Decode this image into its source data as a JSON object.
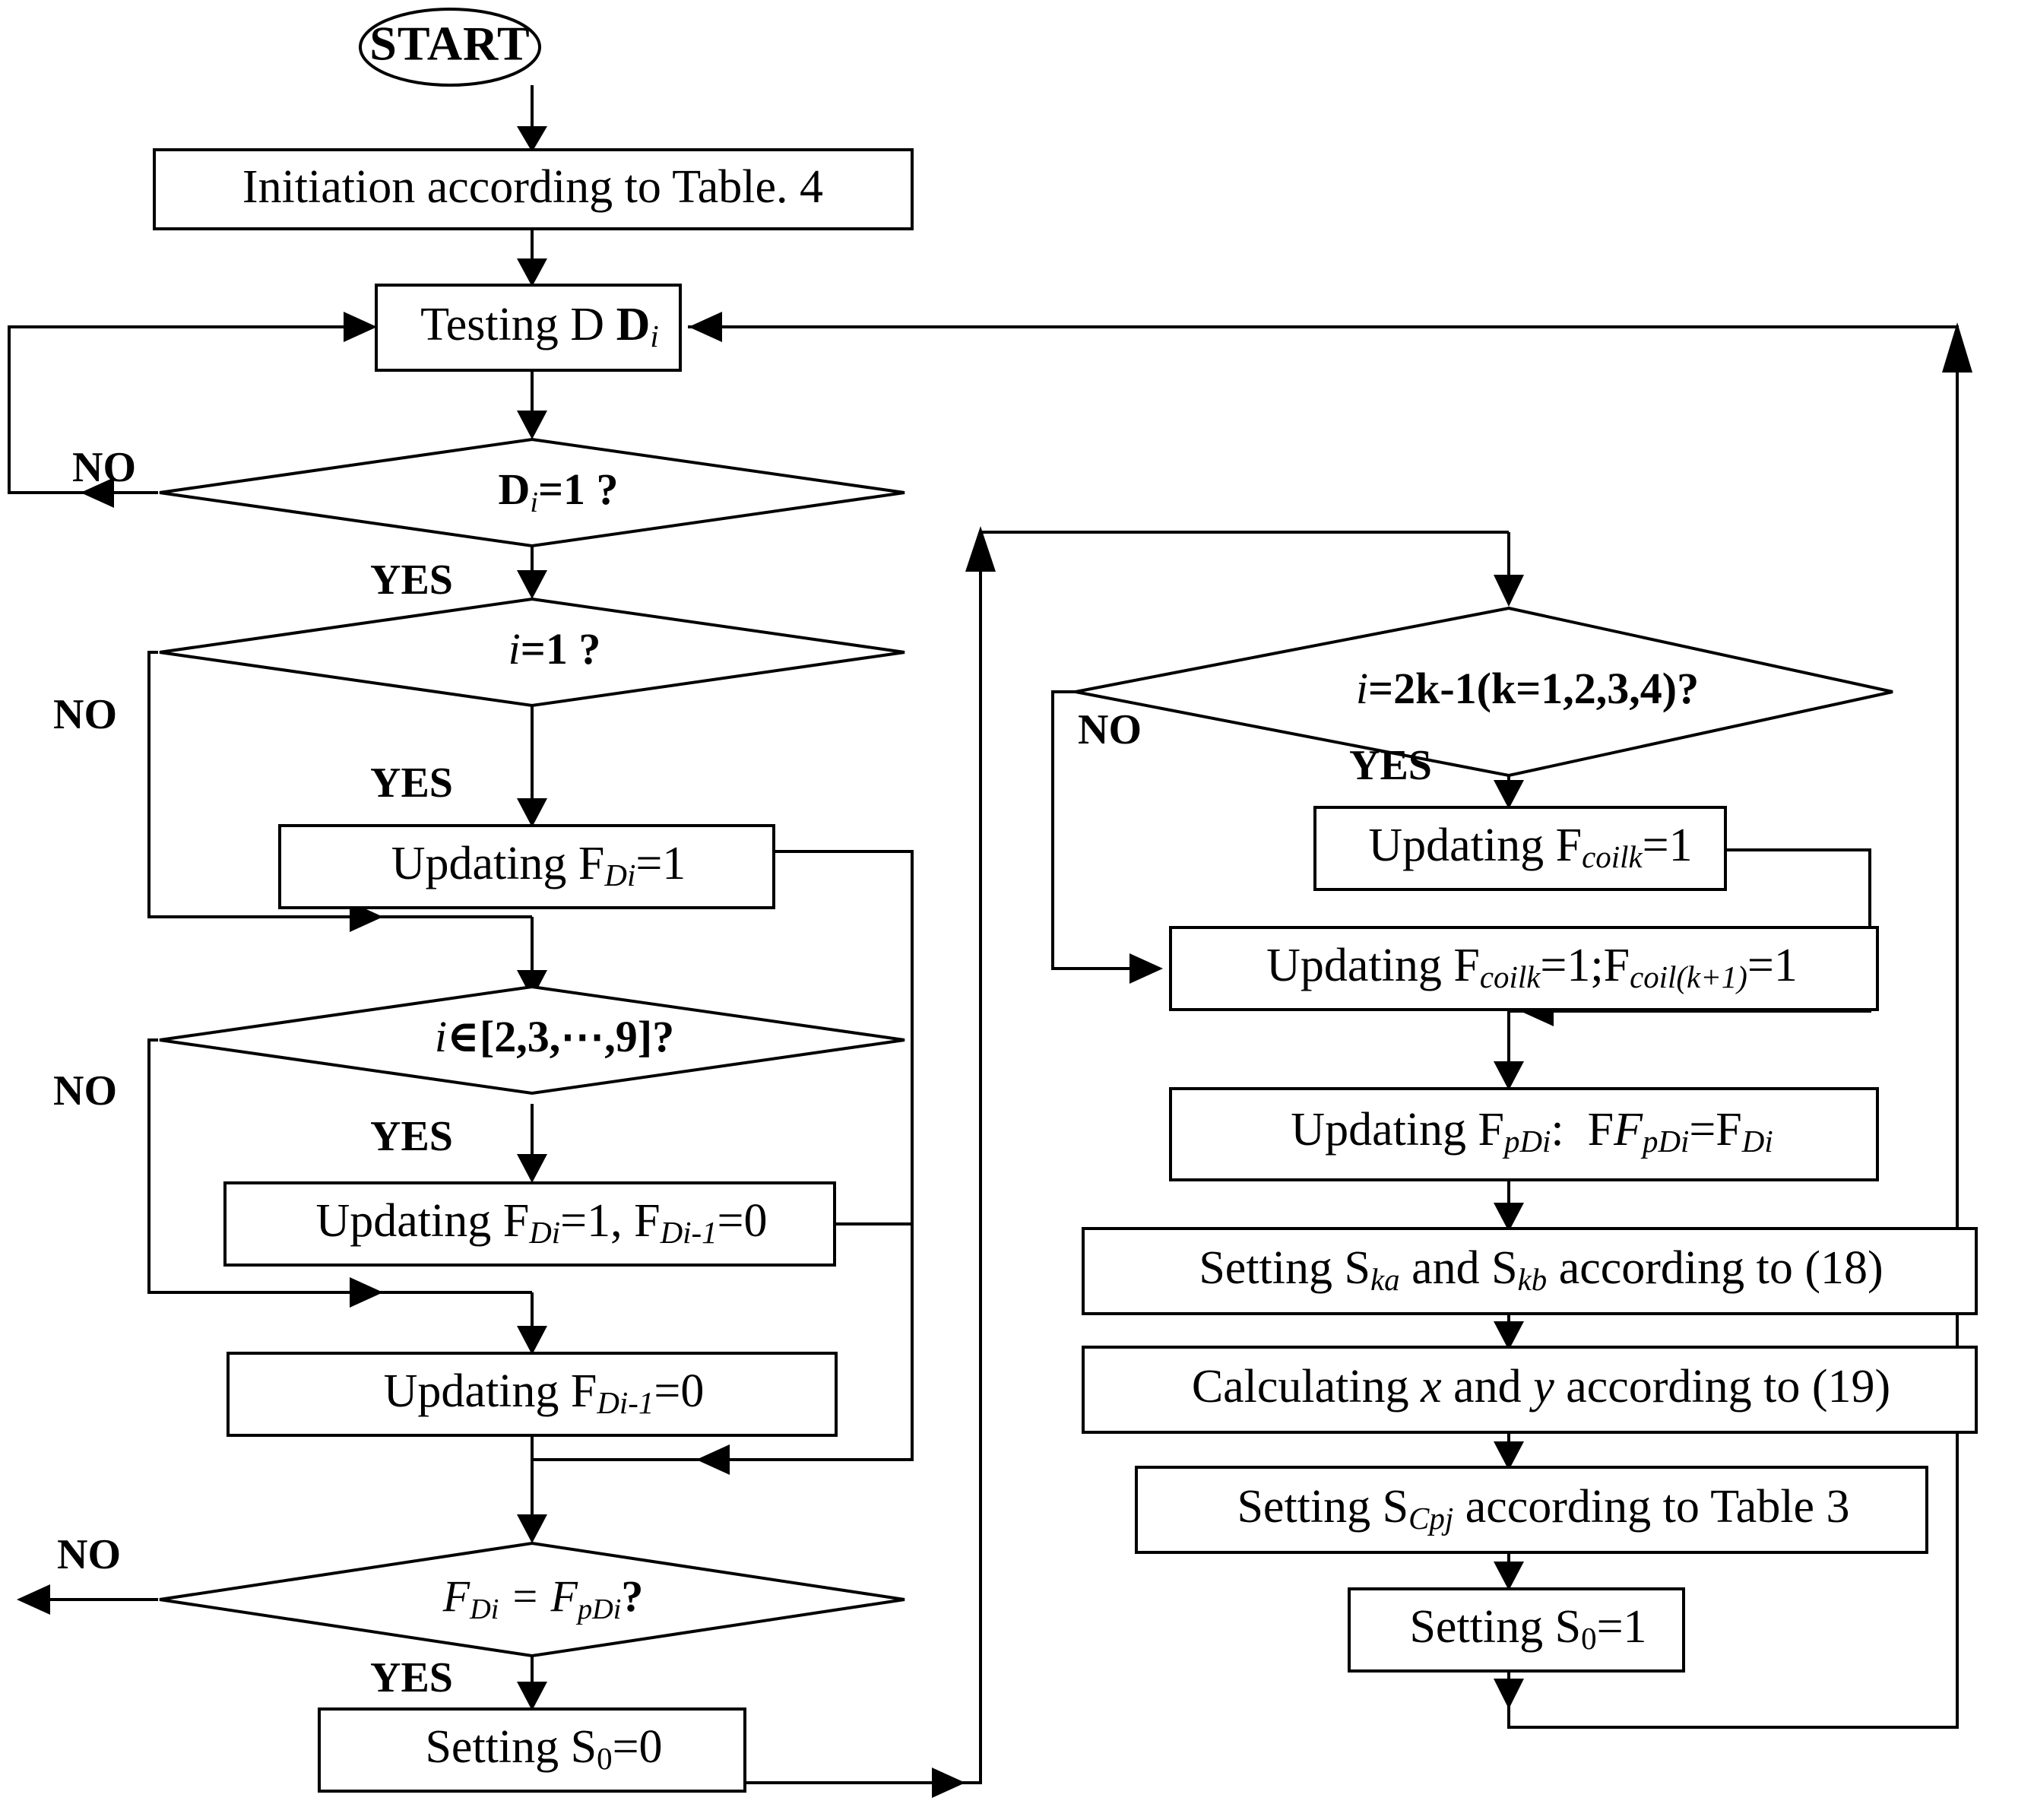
{
  "diagram": {
    "title": "Control flowchart",
    "type": "flowchart",
    "background_color": "#ffffff",
    "line_color": "#000000"
  },
  "nodes": {
    "start": {
      "label": "START",
      "shape": "ellipse"
    },
    "init": {
      "label": "Initiation according to Table. 4",
      "shape": "process"
    },
    "testing": {
      "label": "Testing D",
      "sub": "i",
      "shape": "process"
    },
    "dec_d": {
      "label": "D",
      "sub": "i",
      "tail": "=1 ?",
      "shape": "decision"
    },
    "dec_i1": {
      "label": "i",
      "tail": "=1 ?",
      "shape": "decision"
    },
    "upd_fdi": {
      "label": "Updating F",
      "sub": "Di",
      "tail": "=1",
      "shape": "process"
    },
    "dec_range": {
      "label": "i",
      "tail": "∈[2,3,⋯,9]?",
      "shape": "decision"
    },
    "upd_fdi_fdim1": {
      "label": "Updating F",
      "sub": "Di",
      "mid": "=1, F",
      "sub2": "Di-1",
      "tail": "=0",
      "shape": "process"
    },
    "upd_fdim1": {
      "label": "Updating F",
      "sub": "Di-1",
      "tail": "=0",
      "shape": "process"
    },
    "dec_eq": {
      "label": "F",
      "sub": "Di",
      "mid": " = F",
      "sub2": "pDi",
      "tail": "?",
      "shape": "decision"
    },
    "set_s0_0": {
      "label": "Setting S",
      "sub": "0",
      "tail": "=0",
      "shape": "process"
    },
    "dec_2k": {
      "label": "i",
      "tail": "=2k-1(k=1,2,3,4)?",
      "shape": "decision"
    },
    "upd_fcoilk": {
      "label": "Updating F",
      "sub": "coilk",
      "tail": "=1",
      "shape": "process"
    },
    "upd_fcoilk2": {
      "label": "Updating F",
      "sub": "coilk",
      "mid": "=1;F",
      "sub2": "coil(k+1)",
      "tail": "=1",
      "shape": "process"
    },
    "upd_fpdi": {
      "label": "Updating F",
      "sub": "pDi",
      "mid": ":  F",
      "sub2": "pDi",
      "tail": "=F",
      "sub3": "Di",
      "shape": "process"
    },
    "set_ska": {
      "label": "Setting S",
      "sub": "ka",
      "mid": " and S",
      "sub2": "kb",
      "tail": " according to (18)",
      "shape": "process"
    },
    "calc_xy": {
      "label": "Calculating x and y according to (19)",
      "shape": "process"
    },
    "set_scpj": {
      "label": "Setting S",
      "sub": "Cpj",
      "tail": " according to Table 3",
      "shape": "process"
    },
    "set_s0_1": {
      "label": "Setting S",
      "sub": "0",
      "tail": "=1",
      "shape": "process"
    }
  },
  "edge_labels": {
    "no_1": "NO",
    "yes_1": "YES",
    "no_2": "NO",
    "yes_2": "YES",
    "no_3": "NO",
    "yes_3": "YES",
    "no_4": "NO",
    "yes_4": "YES",
    "no_right": "NO",
    "yes_right": "YES"
  },
  "chart_data": {
    "type": "diagram",
    "flow": [
      {
        "from": "start",
        "to": "init",
        "label": ""
      },
      {
        "from": "init",
        "to": "testing",
        "label": ""
      },
      {
        "from": "testing",
        "to": "dec_d",
        "label": ""
      },
      {
        "from": "dec_d",
        "to": "testing",
        "label": "NO"
      },
      {
        "from": "dec_d",
        "to": "dec_i1",
        "label": "YES"
      },
      {
        "from": "dec_i1",
        "to": "upd_fdi",
        "label": "YES"
      },
      {
        "from": "dec_i1",
        "to": "dec_range",
        "label": "NO"
      },
      {
        "from": "upd_fdi",
        "to": "dec_eq",
        "label": ""
      },
      {
        "from": "dec_range",
        "to": "upd_fdi_fdim1",
        "label": "YES"
      },
      {
        "from": "dec_range",
        "to": "upd_fdim1",
        "label": "NO"
      },
      {
        "from": "upd_fdi_fdim1",
        "to": "dec_eq",
        "label": ""
      },
      {
        "from": "upd_fdim1",
        "to": "dec_eq",
        "label": ""
      },
      {
        "from": "dec_eq",
        "to": "testing",
        "label": "NO"
      },
      {
        "from": "dec_eq",
        "to": "set_s0_0",
        "label": "YES"
      },
      {
        "from": "set_s0_0",
        "to": "dec_2k",
        "label": ""
      },
      {
        "from": "dec_2k",
        "to": "upd_fcoilk",
        "label": "YES"
      },
      {
        "from": "dec_2k",
        "to": "upd_fcoilk2",
        "label": "NO"
      },
      {
        "from": "upd_fcoilk",
        "to": "upd_fpdi",
        "label": ""
      },
      {
        "from": "upd_fcoilk2",
        "to": "upd_fpdi",
        "label": ""
      },
      {
        "from": "upd_fpdi",
        "to": "set_ska",
        "label": ""
      },
      {
        "from": "set_ska",
        "to": "calc_xy",
        "label": ""
      },
      {
        "from": "calc_xy",
        "to": "set_scpj",
        "label": ""
      },
      {
        "from": "set_scpj",
        "to": "set_s0_1",
        "label": ""
      },
      {
        "from": "set_s0_1",
        "to": "testing",
        "label": ""
      }
    ]
  }
}
